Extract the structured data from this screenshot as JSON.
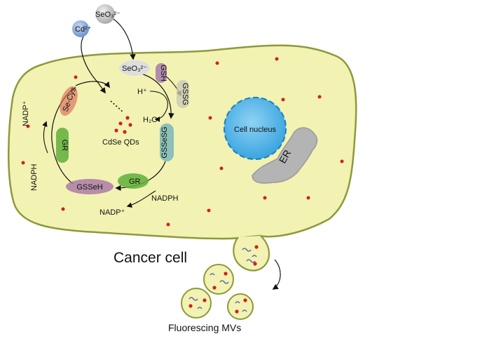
{
  "diagram": {
    "ions": {
      "cd": "Cd²⁺",
      "seo3_top": "SeO₃²⁻",
      "seo3_inner": "SeO₃²⁻"
    },
    "labels": {
      "h_plus": "H⁺",
      "h2o": "H₂O",
      "gsh": "GSH",
      "gssg": "GSSG",
      "gssesg": "GSSeSG",
      "gr_inner": "GR",
      "gr_left": "GR",
      "nadph_bottom": "NADPH",
      "nadp_bottom": "NADP⁺",
      "gssesh": "GSSeH",
      "nadph_left": "NADPH",
      "nadp_left": "NADP⁺",
      "se_cys": "Se-Cys",
      "qds": "CdSe QDs",
      "nucleus": "Cell nucleus",
      "er": "ER",
      "cancer_cell": "Cancer cell",
      "mvs": "Fluorescing MVs"
    },
    "colors": {
      "cell_fill": "#f2f2b3",
      "cell_stroke": "#8c9a3a",
      "nucleus_fill": "#4fb3e8",
      "er_fill": "#b4b4b4",
      "dot_red": "#d0221b",
      "gr_green": "#5faf3b",
      "gsh_purple": "#9b6aa8",
      "gssesg_teal": "#7ab7b9",
      "gssg_gray": "#c9c9b4",
      "gssesh_purple": "#a873a6",
      "secys_red": "#d86a5a",
      "cd_blue": "#7fa3d8",
      "seo3_gray": "#bdbdbd"
    }
  }
}
